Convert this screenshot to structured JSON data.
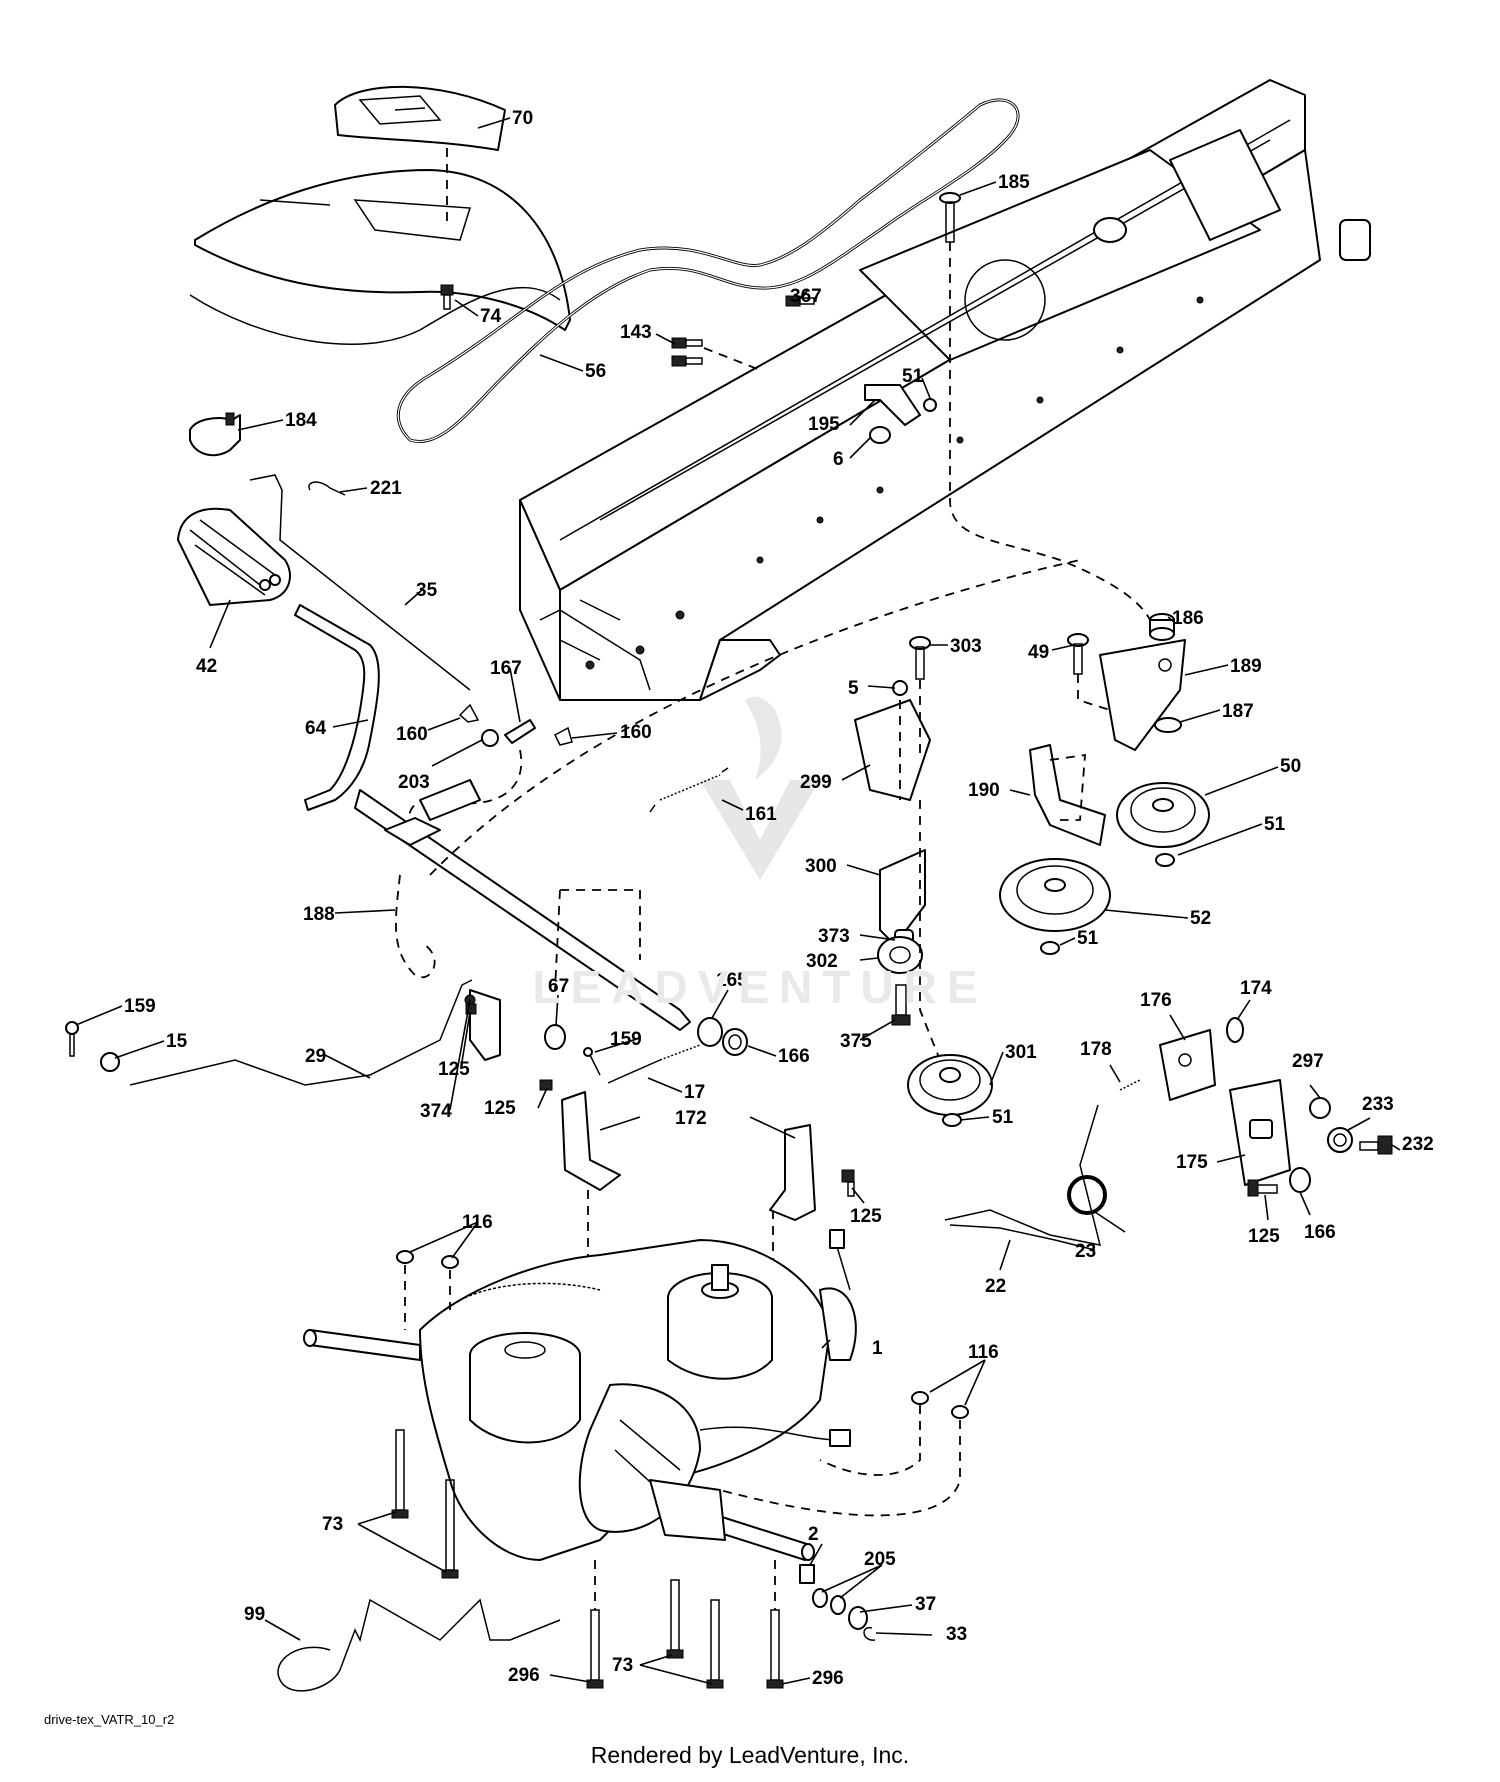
{
  "diagram": {
    "drawing_id": "drive-tex_VATR_10_r2",
    "render_credit": "Rendered by LeadVenture, Inc.",
    "watermark_text": "LEADVENTURE",
    "callouts": [
      "70",
      "74",
      "56",
      "143",
      "367",
      "185",
      "51",
      "195",
      "6",
      "184",
      "221",
      "42",
      "35",
      "64",
      "167",
      "160",
      "160",
      "203",
      "161",
      "188",
      "49",
      "186",
      "189",
      "187",
      "303",
      "5",
      "299",
      "300",
      "373",
      "302",
      "375",
      "190",
      "50",
      "51",
      "52",
      "51",
      "159",
      "15",
      "29",
      "67",
      "165",
      "166",
      "159",
      "17",
      "125",
      "374",
      "125",
      "301",
      "51",
      "176",
      "174",
      "178",
      "297",
      "233",
      "232",
      "175",
      "125",
      "166",
      "23",
      "22",
      "172",
      "125",
      "116",
      "1",
      "116",
      "73",
      "2",
      "205",
      "37",
      "33",
      "99",
      "296",
      "73",
      "296"
    ]
  }
}
